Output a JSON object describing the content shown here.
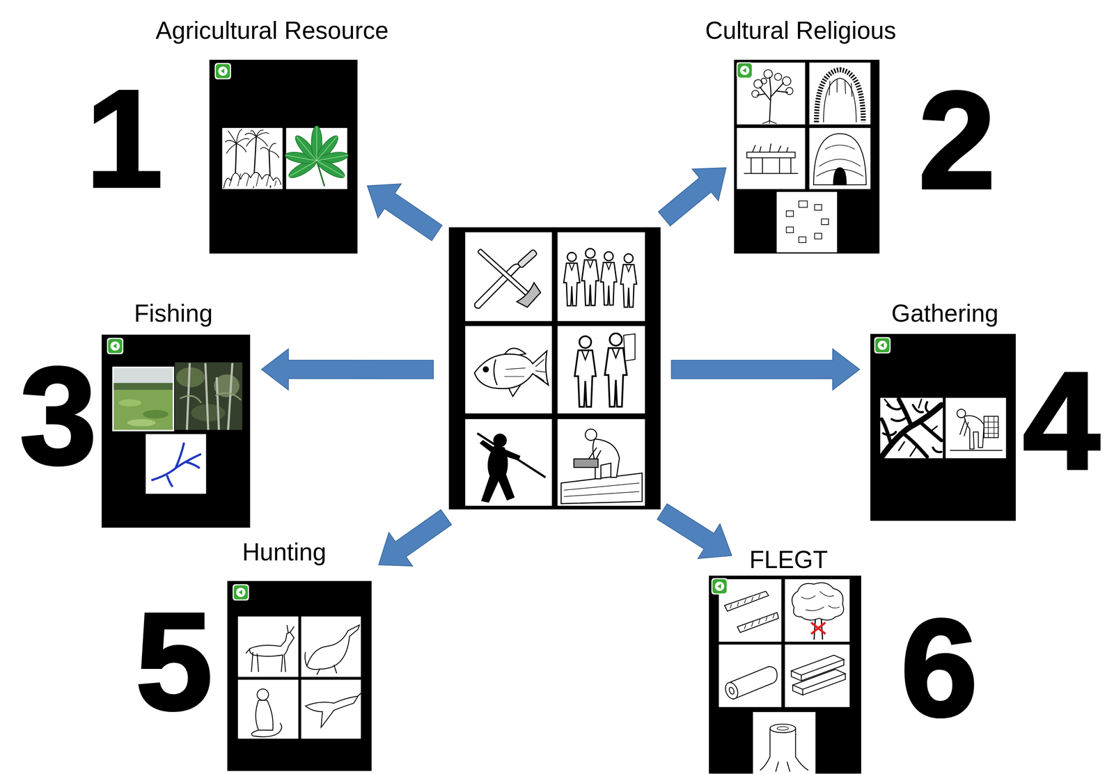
{
  "diagram": {
    "nodes": [
      {
        "text": []
      },
      {
        "text": [
          "Agricultural Resource"
        ]
      },
      {
        "text": [
          "Cultural Religious"
        ]
      },
      {
        "text": [
          "Fishing"
        ]
      },
      {
        "text": [
          "Gathering"
        ]
      },
      {
        "text": [
          "Hunting"
        ]
      },
      {
        "text": [
          "FLEGT"
        ]
      }
    ],
    "edges": [
      {
        "from": 0,
        "to": 1,
        "arrow": "to"
      },
      {
        "from": 0,
        "to": 2,
        "arrow": "to"
      },
      {
        "from": 0,
        "to": 3,
        "arrow": "to"
      },
      {
        "from": 0,
        "to": 4,
        "arrow": "to"
      },
      {
        "from": 0,
        "to": 5,
        "arrow": "to"
      },
      {
        "from": 0,
        "to": 6,
        "arrow": "to"
      }
    ],
    "labels": [
      "1",
      "2",
      "3",
      "4",
      "5",
      "6"
    ]
  }
}
